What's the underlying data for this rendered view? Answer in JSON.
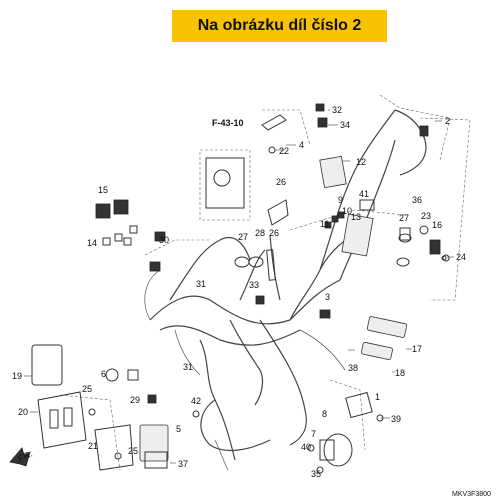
{
  "banner": {
    "text": "Na obrázku díl číslo 2",
    "bg_color": "#f7c300"
  },
  "diagram": {
    "ref_code": "F-43-10",
    "front_label": "FR.",
    "catalog_code": "MKV3F3800",
    "part_labels": [
      "2",
      "32",
      "34",
      "4",
      "22",
      "12",
      "26",
      "11",
      "13",
      "9",
      "10",
      "41",
      "36",
      "23",
      "16",
      "24",
      "27",
      "15",
      "14",
      "30",
      "27",
      "28",
      "26",
      "31",
      "33",
      "3",
      "17",
      "18",
      "38",
      "19",
      "25",
      "6",
      "20",
      "29",
      "5",
      "21",
      "25",
      "37",
      "31",
      "7",
      "8",
      "1",
      "39",
      "40",
      "35",
      "42"
    ]
  }
}
